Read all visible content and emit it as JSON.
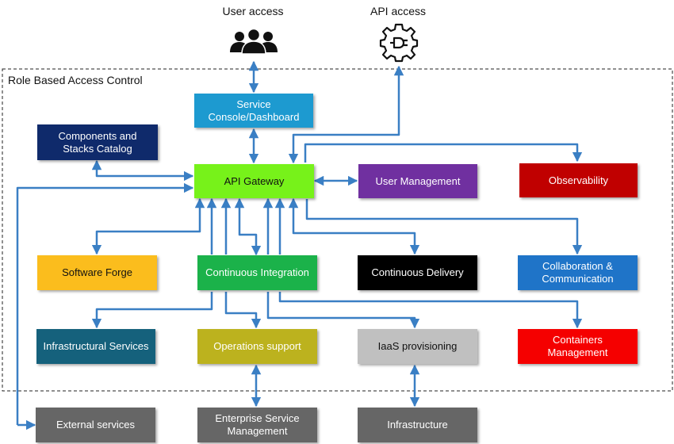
{
  "top": {
    "user_access_label": "User access",
    "api_access_label": "API access",
    "user_icon": "users-group-icon",
    "api_icon": "plug-gear-icon"
  },
  "region": {
    "label": "Role Based Access Control"
  },
  "colors": {
    "arrow": "#3a7fc4",
    "service_console": "#1d9ad0",
    "components_catalog": "#0f2a6b",
    "api_gateway": "#77f21a",
    "user_management": "#7030a0",
    "observability": "#c00000",
    "software_forge": "#fbbd1d",
    "continuous_integration": "#1bb24a",
    "continuous_delivery": "#000000",
    "collaboration": "#1f74c8",
    "infrastructural_services": "#15617c",
    "operations_support": "#bcb21e",
    "iaas_provisioning": "#c0c0c0",
    "containers_management": "#f50000",
    "external": "#666666"
  },
  "nodes": {
    "service_console": "Service\nConsole/Dashboard",
    "components_catalog": "Components and\nStacks Catalog",
    "api_gateway": "API Gateway",
    "user_management": "User Management",
    "observability": "Observability",
    "software_forge": "Software Forge",
    "continuous_integration": "Continuous Integration",
    "continuous_delivery": "Continuous Delivery",
    "collaboration": "Collaboration &\nCommunication",
    "infrastructural_services": "Infrastructural Services",
    "operations_support": "Operations support",
    "iaas_provisioning": "IaaS provisioning",
    "containers_management": "Containers\nManagement",
    "external_services": "External services",
    "enterprise_service_management": "Enterprise Service\nManagement",
    "infrastructure": "Infrastructure"
  }
}
